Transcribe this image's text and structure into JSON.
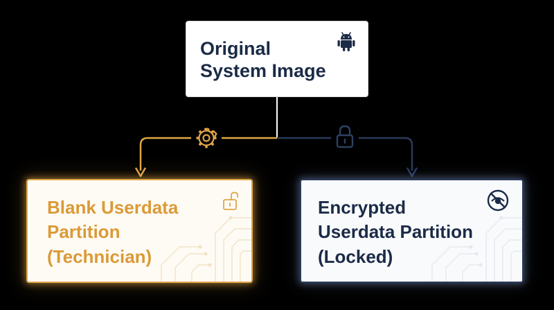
{
  "diagram": {
    "root": {
      "title_line1": "Original",
      "title_line2": "System Image",
      "icon": "android-icon"
    },
    "left_branch": {
      "title_line1": "Blank Userdata",
      "title_line2": "Partition",
      "title_line3": "(Technician)",
      "corner_icon": "unlocked-padlock-icon",
      "edge_icon": "gear-icon",
      "accent_color": "#e0a547"
    },
    "right_branch": {
      "title_line1": "Encrypted",
      "title_line2": "Userdata Partition",
      "title_line3": "(Locked)",
      "corner_icon": "eye-slash-icon",
      "edge_icon": "locked-padlock-icon",
      "accent_color": "#1b2b47"
    },
    "colors": {
      "background": "#000000",
      "orange": "#e0a547",
      "navy": "#1b2b47",
      "trunk": "#ffffff"
    }
  }
}
